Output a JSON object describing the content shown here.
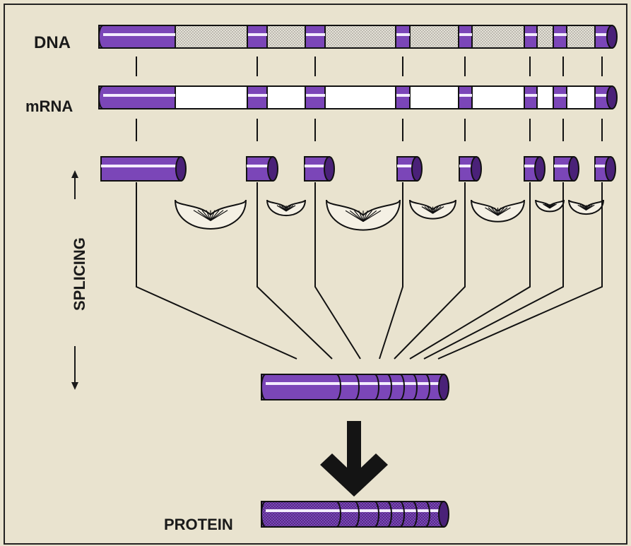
{
  "labels": {
    "dna": "DNA",
    "mrna": "mRNA",
    "splicing": "SPLICING",
    "protein": "PROTEIN"
  },
  "colors": {
    "background": "#e9e3cf",
    "exon": "#7b46b8",
    "exon_dark": "#4a2178",
    "highlight": "#f3ecff",
    "intron_dna": "#d9d6cc",
    "intron_mrna": "#ffffff",
    "ink": "#1a1a1a"
  },
  "exon_count": 8,
  "intron_count": 7
}
